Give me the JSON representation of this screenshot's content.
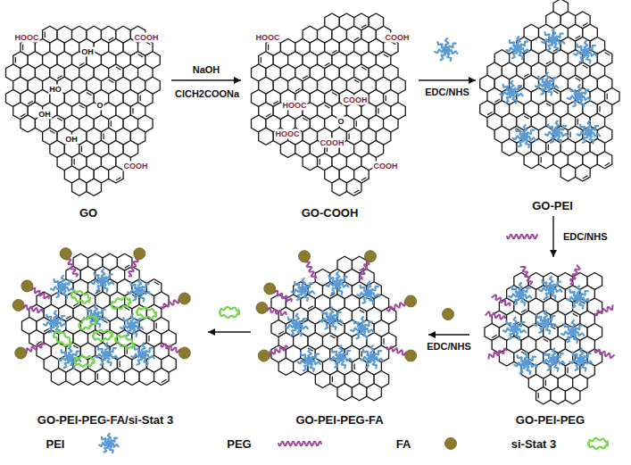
{
  "diagram": {
    "nodes": [
      {
        "text": [
          "GO"
        ]
      },
      {
        "text": [
          "GO-COOH"
        ]
      },
      {
        "text": [
          "GO-PEI"
        ]
      },
      {
        "text": [
          "GO-PEI-PEG"
        ]
      },
      {
        "text": [
          "GO-PEI-PEG-FA"
        ]
      },
      {
        "text": [
          "GO-PEI-PEG-FA/si-Stat 3"
        ]
      }
    ],
    "edges": [
      {
        "from": 0,
        "to": 1,
        "arrow": "to",
        "label": "NaOH"
      },
      {
        "from": 1,
        "to": 2,
        "arrow": "to",
        "label": "EDC/NHS"
      },
      {
        "from": 2,
        "to": 3,
        "arrow": "to",
        "label": "EDC/NHS"
      },
      {
        "from": 3,
        "to": 4,
        "arrow": "to",
        "label": "EDC/NHS"
      },
      {
        "from": 4,
        "to": 5,
        "arrow": "to"
      }
    ],
    "labels": [
      "HOOC",
      "OH",
      "COOH",
      "HO",
      "O",
      "OH",
      "OH",
      "COOH",
      "ClCH2COONa",
      "HOOC",
      "HOOC",
      "COOH",
      "HOOC",
      "O",
      "COOH",
      "COOH",
      "COOH"
    ],
    "legend": [
      {
        "text": "PEI"
      },
      {
        "text": "PEG"
      },
      {
        "text": "FA"
      },
      {
        "text": "si-Stat 3"
      }
    ]
  }
}
